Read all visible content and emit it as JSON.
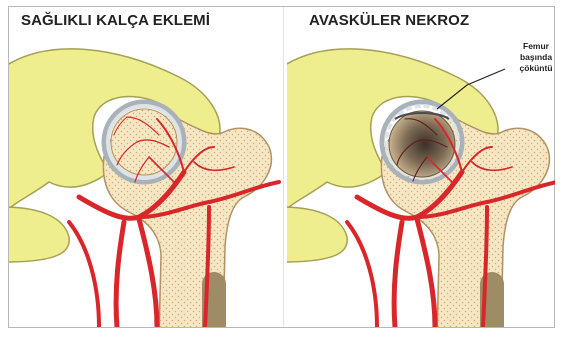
{
  "panels": [
    {
      "title": "SAĞLIKLI KALÇA EKLEMİ",
      "state": "healthy"
    },
    {
      "title": "AVASKÜLER NEKROZ",
      "state": "necrosis",
      "callout": {
        "lines": [
          "Femur",
          "başında",
          "çöküntü"
        ]
      }
    }
  ],
  "colors": {
    "pelvis_fill": "#efee8f",
    "pelvis_stroke": "#a4a054",
    "bone_fill": "#f6e7c4",
    "bone_dots": "#d9a870",
    "cartilage": "#c4ccd2",
    "artery": "#d9262a",
    "marrow": "#9e8c66",
    "necrosis_dark": "#3a2f28"
  }
}
